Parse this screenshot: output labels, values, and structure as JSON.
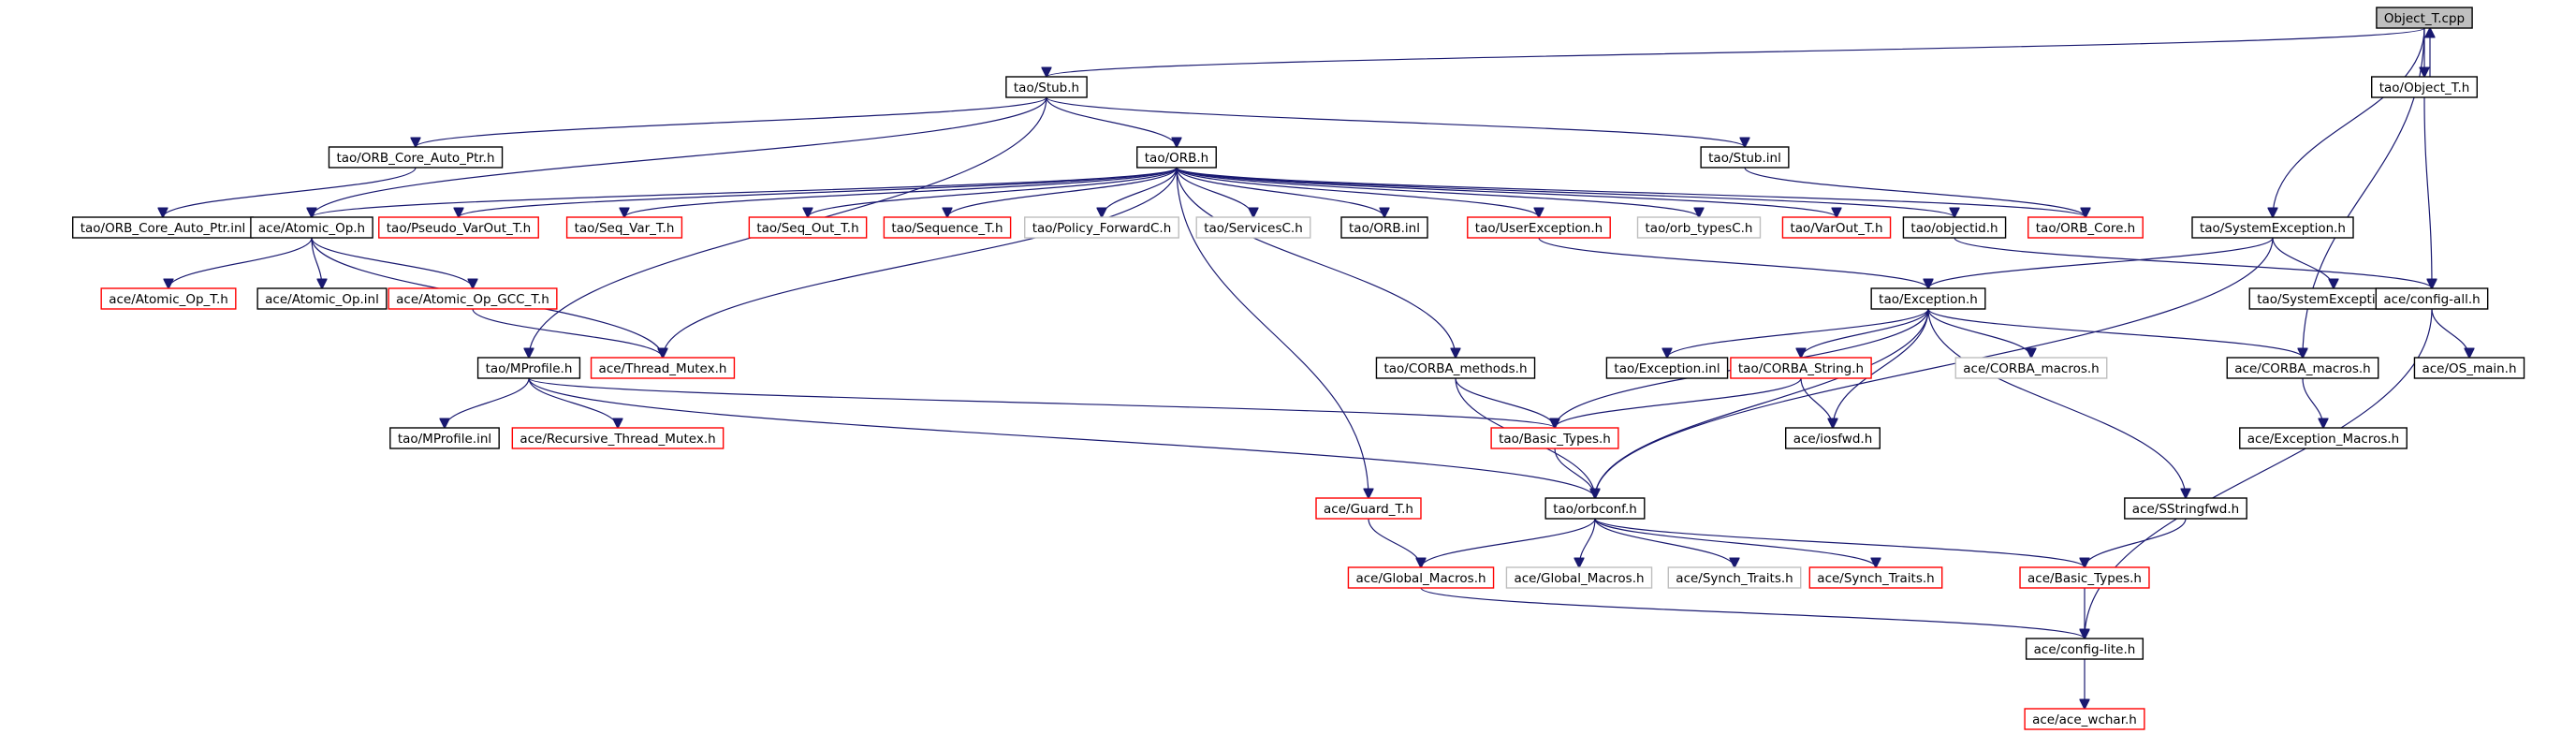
{
  "diagram": {
    "nodes": [
      {
        "id": "object_t_cpp",
        "label": "Object_T.cpp",
        "style": "root"
      },
      {
        "id": "tao_stub_h",
        "label": "tao/Stub.h",
        "style": "black"
      },
      {
        "id": "tao_object_t_h",
        "label": "tao/Object_T.h",
        "style": "black"
      },
      {
        "id": "tao_orb_core_auto_ptr_h",
        "label": "tao/ORB_Core_Auto_Ptr.h",
        "style": "black"
      },
      {
        "id": "tao_orb_h",
        "label": "tao/ORB.h",
        "style": "black"
      },
      {
        "id": "tao_stub_inl",
        "label": "tao/Stub.inl",
        "style": "black"
      },
      {
        "id": "tao_orb_core_auto_ptr_inl",
        "label": "tao/ORB_Core_Auto_Ptr.inl",
        "style": "black"
      },
      {
        "id": "ace_atomic_op_h",
        "label": "ace/Atomic_Op.h",
        "style": "black"
      },
      {
        "id": "tao_pseudo_varout_t_h",
        "label": "tao/Pseudo_VarOut_T.h",
        "style": "red"
      },
      {
        "id": "tao_seq_var_t_h",
        "label": "tao/Seq_Var_T.h",
        "style": "red"
      },
      {
        "id": "tao_seq_out_t_h",
        "label": "tao/Seq_Out_T.h",
        "style": "red"
      },
      {
        "id": "tao_sequence_t_h",
        "label": "tao/Sequence_T.h",
        "style": "red"
      },
      {
        "id": "tao_policy_forwardc_h",
        "label": "tao/Policy_ForwardC.h",
        "style": "gray"
      },
      {
        "id": "tao_servicesc_h",
        "label": "tao/ServicesC.h",
        "style": "gray"
      },
      {
        "id": "tao_orb_inl",
        "label": "tao/ORB.inl",
        "style": "black"
      },
      {
        "id": "tao_userexception_h",
        "label": "tao/UserException.h",
        "style": "red"
      },
      {
        "id": "tao_orb_typesc_h",
        "label": "tao/orb_typesC.h",
        "style": "gray"
      },
      {
        "id": "tao_varout_t_h",
        "label": "tao/VarOut_T.h",
        "style": "red"
      },
      {
        "id": "tao_objectid_h",
        "label": "tao/objectid.h",
        "style": "black"
      },
      {
        "id": "tao_orb_core_h",
        "label": "tao/ORB_Core.h",
        "style": "red"
      },
      {
        "id": "tao_systemexception_h",
        "label": "tao/SystemException.h",
        "style": "black"
      },
      {
        "id": "ace_atomic_op_t_h",
        "label": "ace/Atomic_Op_T.h",
        "style": "red"
      },
      {
        "id": "ace_atomic_op_inl",
        "label": "ace/Atomic_Op.inl",
        "style": "black"
      },
      {
        "id": "ace_atomic_op_gcc_t_h",
        "label": "ace/Atomic_Op_GCC_T.h",
        "style": "red"
      },
      {
        "id": "tao_exception_h",
        "label": "tao/Exception.h",
        "style": "black"
      },
      {
        "id": "tao_systemexception_inl",
        "label": "tao/SystemException.inl",
        "style": "black"
      },
      {
        "id": "ace_config_all_h",
        "label": "ace/config-all.h",
        "style": "black"
      },
      {
        "id": "tao_mprofile_h",
        "label": "tao/MProfile.h",
        "style": "black"
      },
      {
        "id": "ace_thread_mutex_h",
        "label": "ace/Thread_Mutex.h",
        "style": "red"
      },
      {
        "id": "tao_corba_methods_h",
        "label": "tao/CORBA_methods.h",
        "style": "black"
      },
      {
        "id": "tao_exception_inl",
        "label": "tao/Exception.inl",
        "style": "black"
      },
      {
        "id": "tao_corba_string_h",
        "label": "tao/CORBA_String.h",
        "style": "red"
      },
      {
        "id": "ace_corba_macros_h_gray",
        "label": "ace/CORBA_macros.h",
        "style": "gray"
      },
      {
        "id": "ace_corba_macros_h",
        "label": "ace/CORBA_macros.h",
        "style": "black"
      },
      {
        "id": "ace_os_main_h",
        "label": "ace/OS_main.h",
        "style": "black"
      },
      {
        "id": "tao_mprofile_inl",
        "label": "tao/MProfile.inl",
        "style": "black"
      },
      {
        "id": "ace_recursive_thread_mutex_h",
        "label": "ace/Recursive_Thread_Mutex.h",
        "style": "red"
      },
      {
        "id": "tao_basic_types_h",
        "label": "tao/Basic_Types.h",
        "style": "red"
      },
      {
        "id": "ace_iosfwd_h",
        "label": "ace/iosfwd.h",
        "style": "black"
      },
      {
        "id": "ace_exception_macros_h",
        "label": "ace/Exception_Macros.h",
        "style": "black"
      },
      {
        "id": "ace_guard_t_h",
        "label": "ace/Guard_T.h",
        "style": "red"
      },
      {
        "id": "tao_orbconf_h",
        "label": "tao/orbconf.h",
        "style": "black"
      },
      {
        "id": "ace_sstringfwd_h",
        "label": "ace/SStringfwd.h",
        "style": "black"
      },
      {
        "id": "ace_global_macros_h_red",
        "label": "ace/Global_Macros.h",
        "style": "red"
      },
      {
        "id": "ace_global_macros_h_gray",
        "label": "ace/Global_Macros.h",
        "style": "gray"
      },
      {
        "id": "ace_synch_traits_h_gray",
        "label": "ace/Synch_Traits.h",
        "style": "gray"
      },
      {
        "id": "ace_synch_traits_h_red",
        "label": "ace/Synch_Traits.h",
        "style": "red"
      },
      {
        "id": "ace_basic_types_h",
        "label": "ace/Basic_Types.h",
        "style": "red"
      },
      {
        "id": "ace_config_lite_h",
        "label": "ace/config-lite.h",
        "style": "black"
      },
      {
        "id": "ace_ace_wchar_h",
        "label": "ace/ace_wchar.h",
        "style": "red"
      }
    ],
    "edges": [
      [
        "object_t_cpp",
        "tao_stub_h"
      ],
      [
        "object_t_cpp",
        "tao_object_t_h"
      ],
      [
        "object_t_cpp",
        "tao_systemexception_h"
      ],
      [
        "object_t_cpp",
        "ace_corba_macros_h"
      ],
      [
        "tao_object_t_h",
        "object_t_cpp"
      ],
      [
        "tao_object_t_h",
        "ace_config_all_h"
      ],
      [
        "tao_stub_h",
        "tao_orb_core_auto_ptr_h"
      ],
      [
        "tao_stub_h",
        "tao_orb_h"
      ],
      [
        "tao_stub_h",
        "tao_stub_inl"
      ],
      [
        "tao_stub_h",
        "ace_atomic_op_h"
      ],
      [
        "tao_stub_h",
        "tao_mprofile_h"
      ],
      [
        "tao_orb_core_auto_ptr_h",
        "tao_orb_core_auto_ptr_inl"
      ],
      [
        "tao_stub_inl",
        "tao_orb_core_h"
      ],
      [
        "tao_orb_h",
        "ace_atomic_op_h"
      ],
      [
        "tao_orb_h",
        "tao_pseudo_varout_t_h"
      ],
      [
        "tao_orb_h",
        "tao_seq_var_t_h"
      ],
      [
        "tao_orb_h",
        "tao_seq_out_t_h"
      ],
      [
        "tao_orb_h",
        "tao_sequence_t_h"
      ],
      [
        "tao_orb_h",
        "tao_policy_forwardc_h"
      ],
      [
        "tao_orb_h",
        "tao_servicesc_h"
      ],
      [
        "tao_orb_h",
        "tao_orb_inl"
      ],
      [
        "tao_orb_h",
        "tao_userexception_h"
      ],
      [
        "tao_orb_h",
        "tao_orb_typesc_h"
      ],
      [
        "tao_orb_h",
        "tao_varout_t_h"
      ],
      [
        "tao_orb_h",
        "tao_objectid_h"
      ],
      [
        "tao_orb_h",
        "tao_orb_core_h"
      ],
      [
        "tao_orb_h",
        "ace_thread_mutex_h"
      ],
      [
        "tao_orb_h",
        "tao_corba_methods_h"
      ],
      [
        "tao_orb_h",
        "ace_guard_t_h"
      ],
      [
        "ace_atomic_op_h",
        "ace_atomic_op_t_h"
      ],
      [
        "ace_atomic_op_h",
        "ace_atomic_op_inl"
      ],
      [
        "ace_atomic_op_h",
        "ace_atomic_op_gcc_t_h"
      ],
      [
        "ace_atomic_op_h",
        "ace_thread_mutex_h"
      ],
      [
        "ace_atomic_op_gcc_t_h",
        "ace_thread_mutex_h"
      ],
      [
        "tao_userexception_h",
        "tao_exception_h"
      ],
      [
        "tao_objectid_h",
        "ace_config_all_h"
      ],
      [
        "tao_systemexception_h",
        "tao_exception_h"
      ],
      [
        "tao_systemexception_h",
        "tao_systemexception_inl"
      ],
      [
        "tao_systemexception_h",
        "tao_orbconf_h"
      ],
      [
        "tao_exception_h",
        "tao_exception_inl"
      ],
      [
        "tao_exception_h",
        "tao_corba_string_h"
      ],
      [
        "tao_exception_h",
        "ace_corba_macros_h_gray"
      ],
      [
        "tao_exception_h",
        "ace_corba_macros_h"
      ],
      [
        "tao_exception_h",
        "tao_basic_types_h"
      ],
      [
        "tao_exception_h",
        "ace_iosfwd_h"
      ],
      [
        "tao_exception_h",
        "tao_orbconf_h"
      ],
      [
        "tao_exception_h",
        "ace_sstringfwd_h"
      ],
      [
        "ace_config_all_h",
        "ace_os_main_h"
      ],
      [
        "ace_config_all_h",
        "ace_config_lite_h"
      ],
      [
        "tao_mprofile_h",
        "tao_mprofile_inl"
      ],
      [
        "tao_mprofile_h",
        "ace_recursive_thread_mutex_h"
      ],
      [
        "tao_mprofile_h",
        "tao_basic_types_h"
      ],
      [
        "tao_mprofile_h",
        "tao_orbconf_h"
      ],
      [
        "tao_corba_methods_h",
        "tao_basic_types_h"
      ],
      [
        "tao_corba_methods_h",
        "tao_orbconf_h"
      ],
      [
        "tao_corba_string_h",
        "tao_basic_types_h"
      ],
      [
        "tao_corba_string_h",
        "ace_iosfwd_h"
      ],
      [
        "ace_corba_macros_h",
        "ace_exception_macros_h"
      ],
      [
        "tao_basic_types_h",
        "tao_orbconf_h"
      ],
      [
        "ace_guard_t_h",
        "ace_global_macros_h_red"
      ],
      [
        "tao_orbconf_h",
        "ace_global_macros_h_red"
      ],
      [
        "tao_orbconf_h",
        "ace_global_macros_h_gray"
      ],
      [
        "tao_orbconf_h",
        "ace_synch_traits_h_gray"
      ],
      [
        "tao_orbconf_h",
        "ace_synch_traits_h_red"
      ],
      [
        "tao_orbconf_h",
        "ace_basic_types_h"
      ],
      [
        "ace_sstringfwd_h",
        "ace_basic_types_h"
      ],
      [
        "ace_global_macros_h_red",
        "ace_config_lite_h"
      ],
      [
        "ace_basic_types_h",
        "ace_config_lite_h"
      ],
      [
        "ace_config_lite_h",
        "ace_ace_wchar_h"
      ]
    ]
  }
}
